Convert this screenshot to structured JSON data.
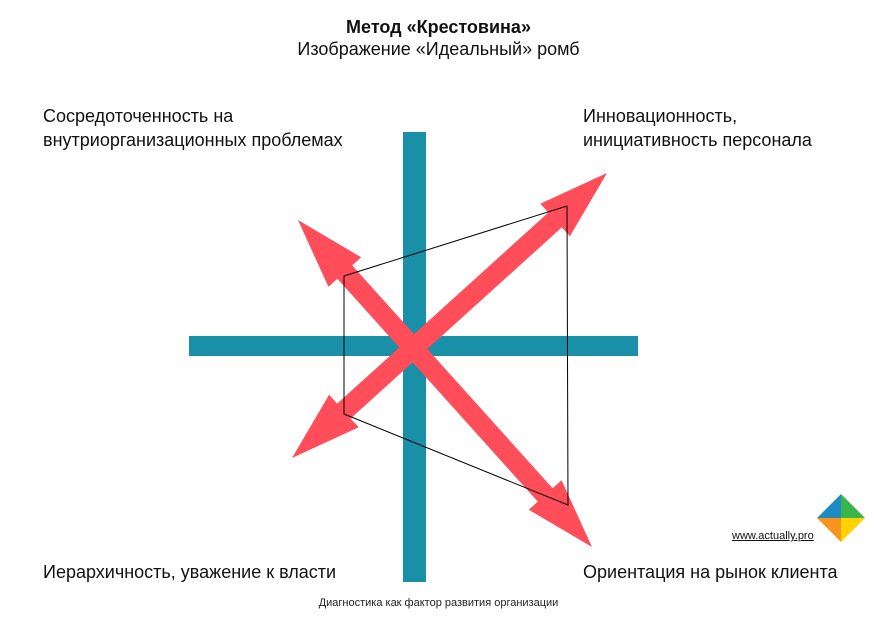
{
  "header": {
    "title": "Метод «Крестовина»",
    "subtitle": "Изображение «Идеальный» ромб"
  },
  "quadrants": {
    "top_left": [
      "Сосредоточенность на",
      "внутриорганизационных проблемах"
    ],
    "top_right": [
      "Инновационность,",
      "инициативность персонала"
    ],
    "bottom_left": "Иерархичность, уважение к власти",
    "bottom_right": "Ориентация на рынок клиента"
  },
  "footer": {
    "caption": "Диагностика как фактор развития организации",
    "website": "www.actually.pro"
  },
  "colors": {
    "axis": "#1a8fa8",
    "arrow": "#ff4d5a",
    "outline": "#000000",
    "logo": [
      "#1e8bc3",
      "#39b54a",
      "#f7941d",
      "#ffd200"
    ]
  },
  "icons": {
    "logo": "diamond-logo-icon"
  }
}
